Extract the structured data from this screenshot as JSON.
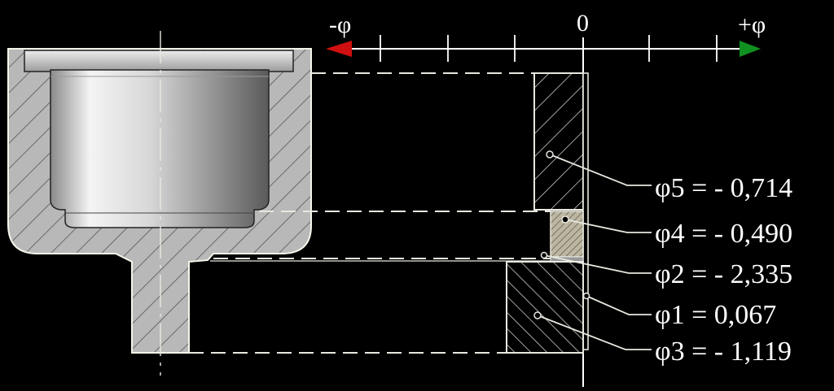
{
  "axis": {
    "minus_label": "-φ",
    "plus_label": "+φ",
    "zero_label": "0",
    "colors": {
      "minus_arrow": "#d01010",
      "plus_arrow": "#109020",
      "line": "#ffffff"
    }
  },
  "phi_values": [
    {
      "id": "phi5",
      "label": "φ5 = - 0,714",
      "value": -0.714
    },
    {
      "id": "phi4",
      "label": "φ4 = - 0,490",
      "value": -0.49
    },
    {
      "id": "phi2",
      "label": "φ2 = - 2,335",
      "value": -2.335
    },
    {
      "id": "phi1",
      "label": "φ1 = 0,067",
      "value": 0.067
    },
    {
      "id": "phi3",
      "label": "φ3 = - 1,119",
      "value": -1.119
    }
  ],
  "colors": {
    "background": "#000000",
    "section_fill": "#b8b8b8",
    "outline": "#f4f4e8",
    "bore_light": "#f2f2f2",
    "bore_dark": "#6a6a6a"
  }
}
